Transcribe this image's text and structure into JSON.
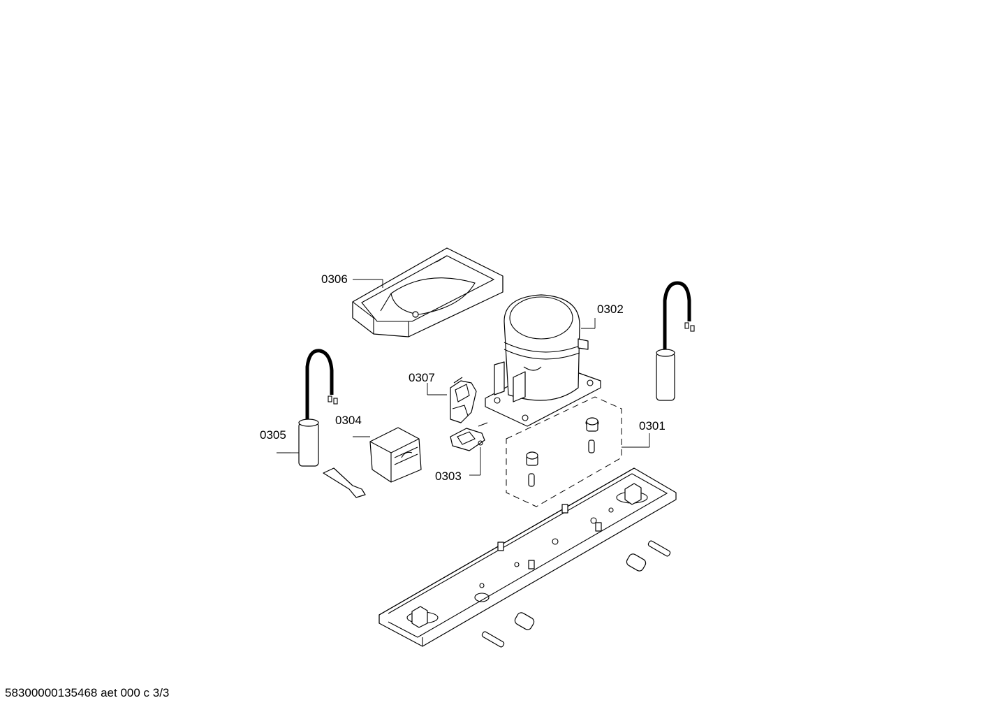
{
  "labels": {
    "p0301": "0301",
    "p0302": "0302",
    "p0303": "0303",
    "p0304": "0304",
    "p0305": "0305",
    "p0306": "0306",
    "p0307": "0307"
  },
  "footer": "58300000135468 aet 000 c 3/3"
}
